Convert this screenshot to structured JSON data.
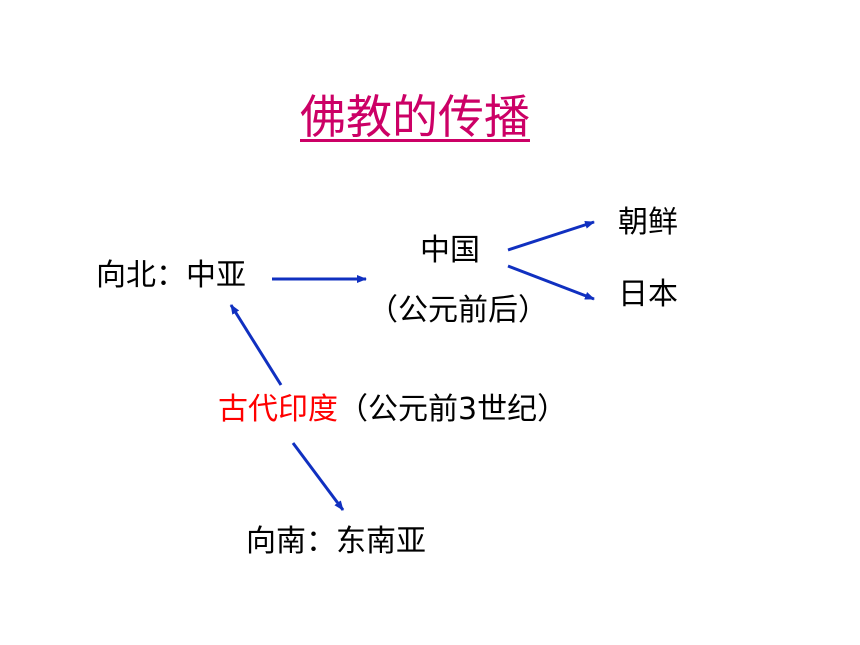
{
  "title": "佛教的传播",
  "colors": {
    "title": "#cc0066",
    "origin": "#ff0000",
    "arrow": "#1030c0",
    "text": "#000000"
  },
  "nodes": {
    "north": "向北：中亚",
    "china": "中国",
    "china_time": "（公元前后）",
    "korea": "朝鲜",
    "japan": "日本",
    "origin_name": "古代印度",
    "origin_time": "（公元前3世纪）",
    "south": "向南：东南亚"
  },
  "edges": [
    {
      "from": "north",
      "to": "china"
    },
    {
      "from": "china",
      "to": "korea"
    },
    {
      "from": "china",
      "to": "japan"
    },
    {
      "from": "origin",
      "to": "north"
    },
    {
      "from": "origin",
      "to": "south"
    }
  ]
}
